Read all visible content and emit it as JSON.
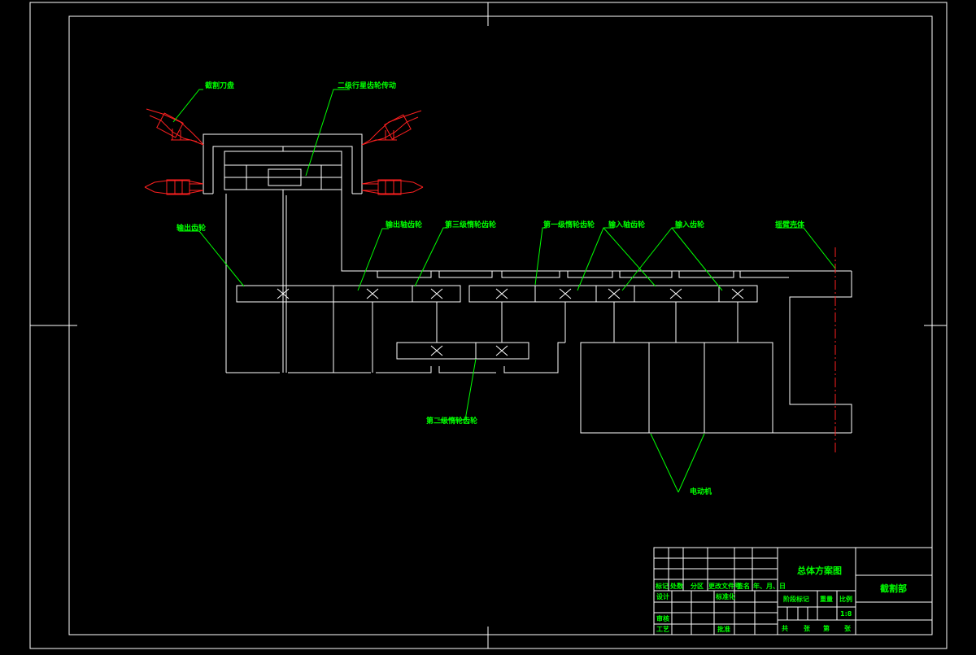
{
  "colors": {
    "background": "#000000",
    "line": "#ffffff",
    "leader": "#00ff00",
    "cutter": "#ff2020",
    "centerline": "#ff2020"
  },
  "labels": {
    "cutter_head": "截割刀盘",
    "planetary": "二级行星齿轮传动",
    "output_gear": "输出齿轮",
    "output_shaft_gear": "输出轴齿轮",
    "third_idler": "第三级惰轮齿轮",
    "first_idler": "第一级惰轮齿轮",
    "input_shaft_gear": "输入轴齿轮",
    "input_gear": "输入齿轮",
    "cutting_arm": "摇臂壳体",
    "second_idler": "第二级惰轮齿轮",
    "motor": "电动机"
  },
  "title_block": {
    "drawing_title": "总体方案图",
    "company": "截割部",
    "row_headers": [
      "标记",
      "处数",
      "分区",
      "更改文件号",
      "签名",
      "年、月、日"
    ],
    "design": "设计",
    "standardization": "标准化",
    "review": "审核",
    "process": "工艺",
    "approve": "批准",
    "stage_mark": "阶段标记",
    "weight": "重量",
    "scale": "比例",
    "scale_value": "1:8",
    "sheet_total": "共",
    "sheet_unit1": "张",
    "sheet_no": "第",
    "sheet_unit2": "张"
  }
}
